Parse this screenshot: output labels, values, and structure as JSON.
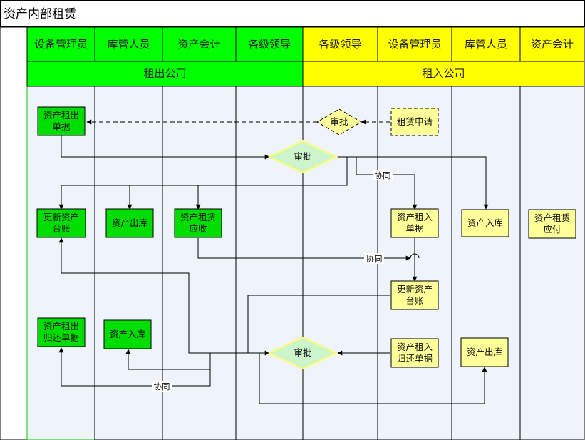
{
  "title": "资产内部租赁",
  "colors": {
    "lessor": "#00ff00",
    "lessee": "#ffff00",
    "lessor_box": "#00dd00",
    "lessee_box": "#ffff99",
    "decision": "#ccf5cc",
    "decision_top": "#ffff99",
    "lane_bg": "#eef4fa"
  },
  "companies": [
    {
      "id": "lessor",
      "label": "租出公司"
    },
    {
      "id": "lessee",
      "label": "租入公司"
    }
  ],
  "lanes": [
    {
      "label": "设备管理员",
      "company": "lessor"
    },
    {
      "label": "库管人员",
      "company": "lessor"
    },
    {
      "label": "资产会计",
      "company": "lessor"
    },
    {
      "label": "各级领导",
      "company": "lessor"
    },
    {
      "label": "各级领导",
      "company": "lessee"
    },
    {
      "label": "设备管理员",
      "company": "lessee"
    },
    {
      "label": "库管人员",
      "company": "lessee"
    },
    {
      "label": "资产会计",
      "company": "lessee"
    }
  ],
  "nodes": [
    {
      "id": "lease_request",
      "type": "process-dashed",
      "lines": [
        "租赁申请"
      ],
      "company": "lessee"
    },
    {
      "id": "approve_top",
      "type": "decision-dashed",
      "lines": [
        "审批"
      ],
      "company": "lessee"
    },
    {
      "id": "lease_out_doc",
      "type": "process",
      "lines": [
        "资产租出",
        "单据"
      ],
      "company": "lessor"
    },
    {
      "id": "approve_mid",
      "type": "decision",
      "lines": [
        "审批"
      ],
      "company": "lessor"
    },
    {
      "id": "update_ledger_out",
      "type": "process",
      "lines": [
        "更新资产",
        "台账"
      ],
      "company": "lessor"
    },
    {
      "id": "stock_out_lessor",
      "type": "process",
      "lines": [
        "资产出库"
      ],
      "company": "lessor"
    },
    {
      "id": "rent_receivable",
      "type": "process",
      "lines": [
        "资产租赁",
        "应收"
      ],
      "company": "lessor"
    },
    {
      "id": "lease_in_doc",
      "type": "process",
      "lines": [
        "资产租入",
        "单据"
      ],
      "company": "lessee"
    },
    {
      "id": "stock_in_lessee",
      "type": "process",
      "lines": [
        "资产入库"
      ],
      "company": "lessee"
    },
    {
      "id": "rent_payable",
      "type": "process",
      "lines": [
        "资产租赁",
        "应付"
      ],
      "company": "lessee"
    },
    {
      "id": "update_ledger_in",
      "type": "process",
      "lines": [
        "更新资产",
        "台账"
      ],
      "company": "lessee"
    },
    {
      "id": "return_out_doc",
      "type": "process",
      "lines": [
        "资产租出",
        "归还单据"
      ],
      "company": "lessor"
    },
    {
      "id": "stock_in_lessor",
      "type": "process",
      "lines": [
        "资产入库"
      ],
      "company": "lessor"
    },
    {
      "id": "approve_bottom",
      "type": "decision",
      "lines": [
        "审批"
      ],
      "company": "lessor"
    },
    {
      "id": "return_in_doc",
      "type": "process",
      "lines": [
        "资产租入",
        "归还单据"
      ],
      "company": "lessee"
    },
    {
      "id": "stock_out_lessee",
      "type": "process",
      "lines": [
        "资产出库"
      ],
      "company": "lessee"
    }
  ],
  "connector_labels": [
    {
      "id": "cooperate_1",
      "text": "协同"
    },
    {
      "id": "cooperate_2",
      "text": "协同"
    },
    {
      "id": "cooperate_3",
      "text": "协同"
    }
  ]
}
